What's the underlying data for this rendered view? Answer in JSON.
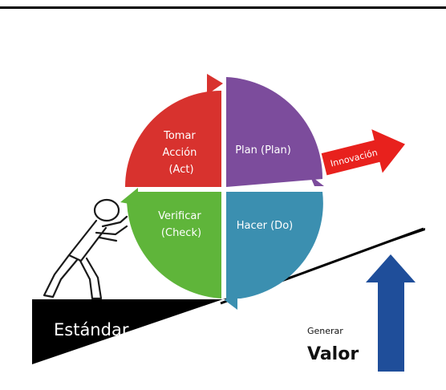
{
  "quadrants": {
    "act": {
      "lines": [
        "Tomar",
        "Acción",
        "(Act)"
      ],
      "color": "#d8322e"
    },
    "plan": {
      "label": "Plan (Plan)",
      "color": "#7c4c9c"
    },
    "check": {
      "lines": [
        "Verificar",
        "(Check)"
      ],
      "color": "#5fb53a"
    },
    "do": {
      "label": "Hacer (Do)",
      "color": "#3b8fb0"
    }
  },
  "innovation_arrow": {
    "label": "Innovación",
    "color": "#e8211d"
  },
  "base_wedge": {
    "label": "Estándar",
    "color": "#000000"
  },
  "value_arrow": {
    "line1": "Generar",
    "line2": "Valor",
    "color": "#1f4e9a"
  }
}
